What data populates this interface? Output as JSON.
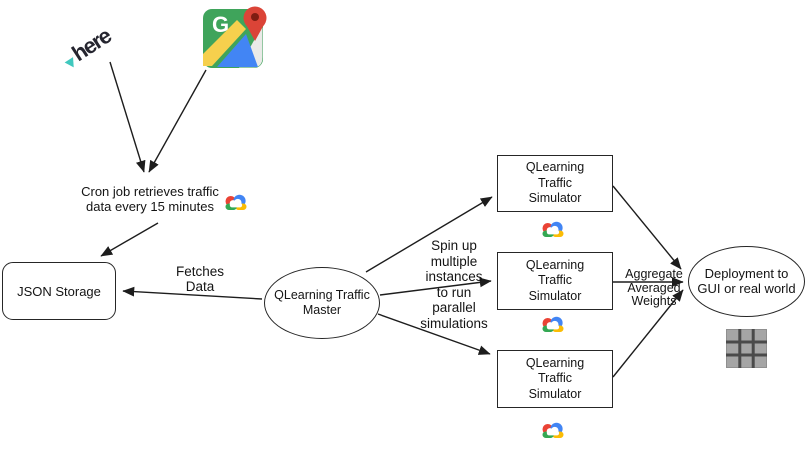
{
  "nodes": {
    "here_logo": {
      "icon": "here-logo",
      "text": "here"
    },
    "google_maps": {
      "icon": "google-maps-icon",
      "g_label": "G"
    },
    "cron_note": {
      "line1": "Cron job retrieves traffic",
      "line2": "data every 15 minutes",
      "icon": "google-cloud-icon"
    },
    "json_storage": {
      "label": "JSON Storage"
    },
    "master": {
      "line1": "QLearning Traffic",
      "line2": "Master"
    },
    "simulator": {
      "line1": "QLearning",
      "line2": "Traffic",
      "line3": "Simulator",
      "icon": "google-cloud-icon",
      "count": "3"
    },
    "deployment": {
      "line1": "Deployment to",
      "line2": "GUI or real world",
      "icon": "grid-icon"
    }
  },
  "edge_labels": {
    "fetches": {
      "line1": "Fetches",
      "line2": "Data"
    },
    "spin_up": {
      "line1": "Spin up",
      "line2": "multiple",
      "line3": "instances",
      "line4": "to run",
      "line5": "parallel",
      "line6": "simulations"
    },
    "aggregate": {
      "line1": "Aggregate",
      "line2": "Averaged",
      "line3": "Weights"
    }
  },
  "colors": {
    "stroke": "#1d1d1d",
    "here_teal": "#40C8BE",
    "here_text": "#25252f",
    "gcp_red": "#EA4335",
    "gcp_blue": "#4285F4",
    "gcp_yellow": "#FBBC05",
    "gcp_green": "#34A853",
    "maps_green": "#3FA45B",
    "maps_pin_red": "#DB4437",
    "grid_gray": "#A5A5A5"
  }
}
